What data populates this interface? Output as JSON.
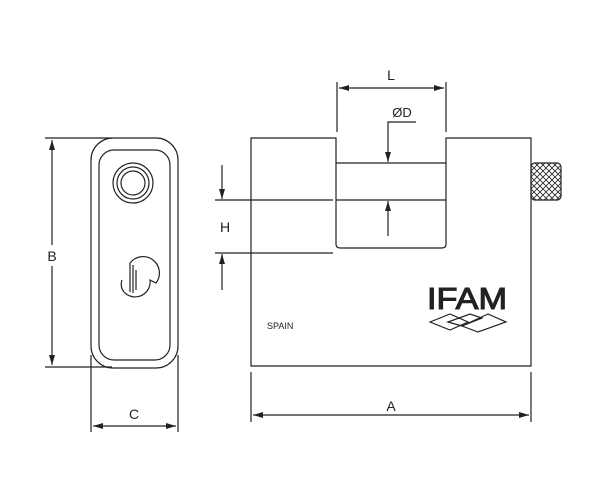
{
  "dimensions": {
    "a": "A",
    "b": "B",
    "c": "C",
    "h": "H",
    "l": "L",
    "d": "ØD"
  },
  "brand": {
    "logo": "IFAM"
  },
  "marking": {
    "origin": "SPAIN"
  },
  "colors": {
    "line": "#222222",
    "background": "#ffffff"
  }
}
